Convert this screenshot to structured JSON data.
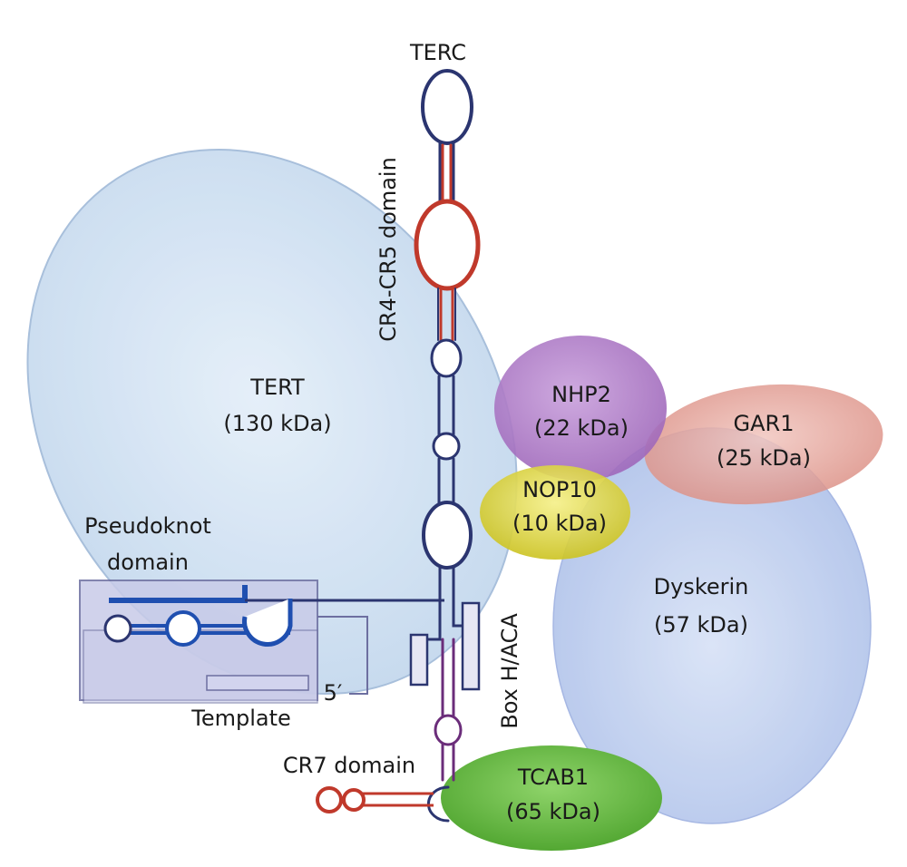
{
  "rna": {
    "name": "TERC"
  },
  "domains": {
    "cr4cr5": "CR4-CR5 domain",
    "pseudoknot_line1": "Pseudoknot",
    "pseudoknot_line2": "domain",
    "template": "Template",
    "five_prime": "5′",
    "box": "Box H/ACA",
    "cr7": "CR7 domain"
  },
  "proteins": {
    "tert": {
      "name": "TERT",
      "mass": "(130 kDa)",
      "color": "#c9ddf0"
    },
    "nhp2": {
      "name": "NHP2",
      "mass": "(22 kDa)",
      "color": "#b383c9"
    },
    "gar1": {
      "name": "GAR1",
      "mass": "(25 kDa)",
      "color": "#e8a8a0"
    },
    "nop10": {
      "name": "NOP10",
      "mass": "(10 kDa)",
      "color": "#e3dc3a"
    },
    "dyskerin": {
      "name": "Dyskerin",
      "mass": "(57 kDa)",
      "color": "#b9c9ec"
    },
    "tcab1": {
      "name": "TCAB1",
      "mass": "(65 kDa)",
      "color": "#66bb44"
    }
  },
  "colors": {
    "rna_strand": "#2b3570",
    "cr4cr5_strand": "#c0392b",
    "pseudoknot_fill": "#c8cbe8",
    "pseudoknot_strand": "#1f4fb0"
  }
}
